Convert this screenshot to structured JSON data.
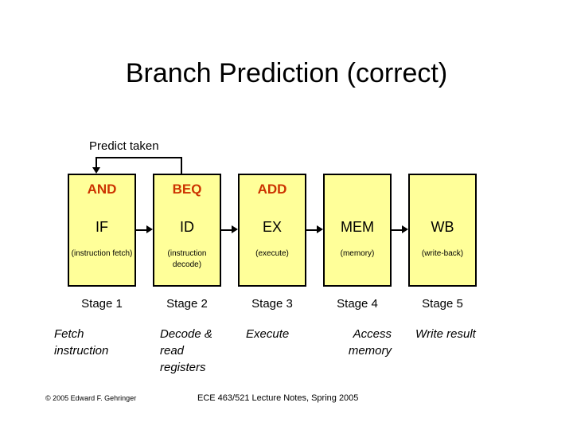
{
  "slide": {
    "title": "Branch Prediction (correct)",
    "colors": {
      "box_fill": "#ffff99",
      "box_border": "#000000",
      "instruction_text": "#cc3300",
      "body_text": "#000000",
      "background": "#ffffff"
    }
  },
  "annotation": {
    "predict_taken_label": "Predict taken"
  },
  "pipeline": {
    "boxes": [
      {
        "instruction": "AND",
        "stage_abbr": "IF",
        "description": "(instruction fetch)",
        "stage_name": "Stage 1",
        "stage_action": "Fetch instruction"
      },
      {
        "instruction": "BEQ",
        "stage_abbr": "ID",
        "description": "(instruction decode)",
        "stage_name": "Stage 2",
        "stage_action": "Decode & read registers"
      },
      {
        "instruction": "ADD",
        "stage_abbr": "EX",
        "description": "(execute)",
        "stage_name": "Stage 3",
        "stage_action": "Execute"
      },
      {
        "instruction": "",
        "stage_abbr": "MEM",
        "description": "(memory)",
        "stage_name": "Stage 4",
        "stage_action": "Access memory"
      },
      {
        "instruction": "",
        "stage_abbr": "WB",
        "description": "(write-back)",
        "stage_name": "Stage 5",
        "stage_action": "Write result"
      }
    ]
  },
  "footer": {
    "copyright": "© 2005 Edward F. Gehringer",
    "course": "ECE 463/521 Lecture Notes, Spring 2005"
  }
}
